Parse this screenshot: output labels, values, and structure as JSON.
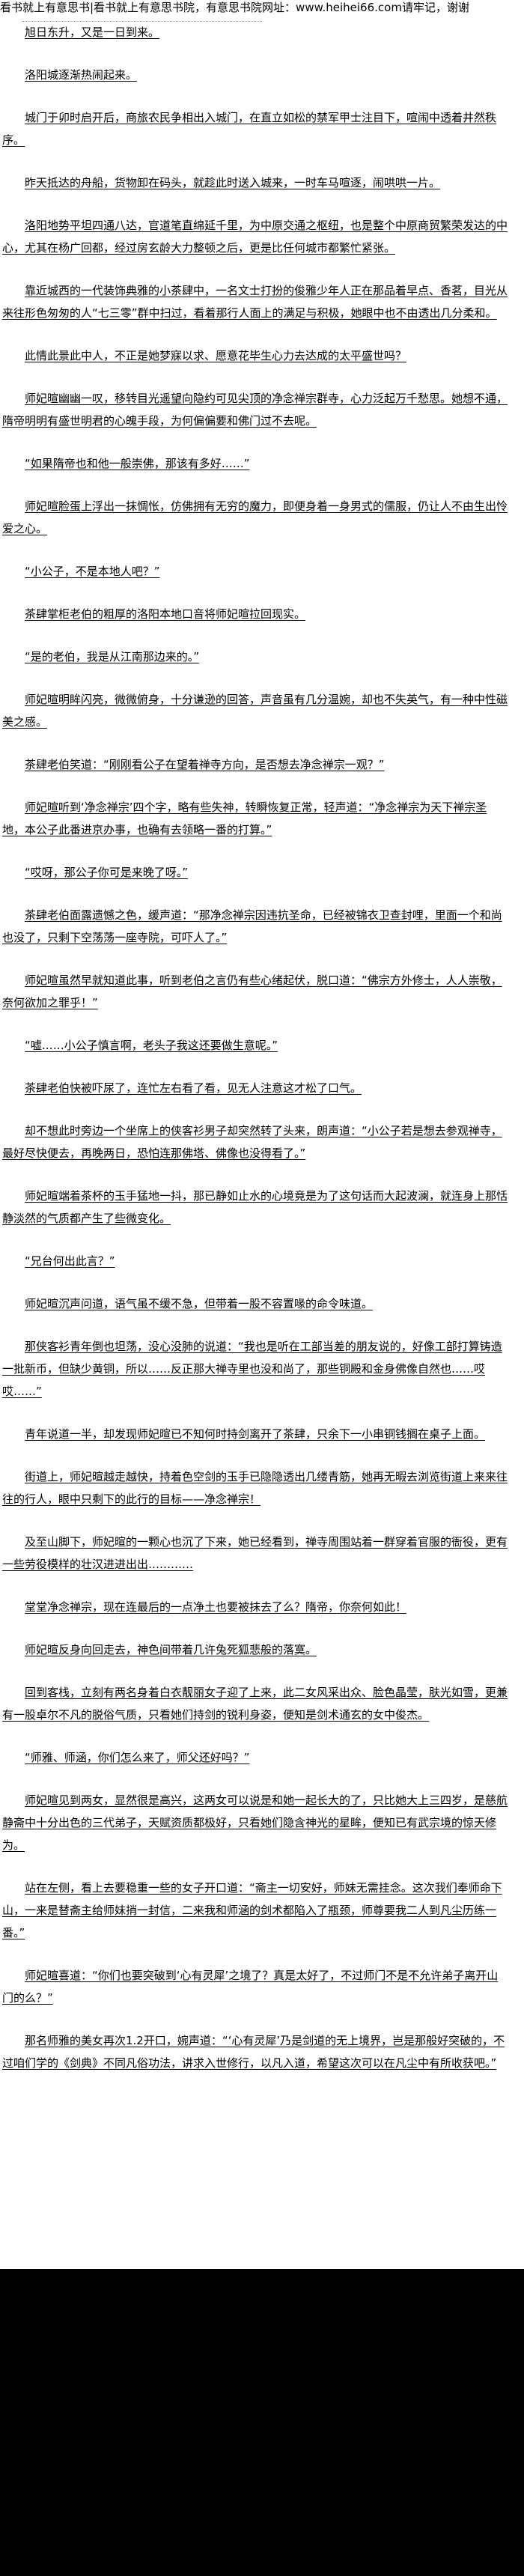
{
  "banner": "看书就上有意思书|看书就上有意思书院，有意思书院网址：www.heihei66.com请牢记，谢谢",
  "paragraphs": [
    "旭日东升，又是一日到来。",
    "洛阳城逐渐热闹起来。",
    "城门于卯时启开后，商旅农民争相出入城门，在直立如松的禁军甲士注目下，喧闹中透着井然秩序。",
    "昨天抵达的舟船，货物卸在码头，就趁此时送入城来，一时车马喧逐，闹哄哄一片。",
    "洛阳地势平坦四通八达，官道笔直绵延千里，为中原交通之枢纽，也是整个中原商贸繁荣发达的中心，尤其在杨广回都，经过房玄龄大力整顿之后，更是比任何城市都繁忙紧张。",
    "靠近城西的一代装饰典雅的小茶肆中，一名文士打扮的俊雅少年人正在那品着早点、香茗，目光从来往形色匆匆的人“七三零”群中扫过，看着那行人面上的满足与积极，她眼中也不由透出几分柔和。",
    "此情此景此中人，不正是她梦寐以求、愿意花毕生心力去达成的太平盛世吗？",
    "师妃暄幽幽一叹，移转目光遥望向隐约可见尖顶的净念禅宗群寺，心力泛起万千愁思。她想不通，隋帝明明有盛世明君的心魄手段，为何偏偏要和佛门过不去呢。",
    "“如果隋帝也和他一般崇佛，那该有多好……”",
    "师妃暄脸蛋上浮出一抹惆怅，仿佛拥有无穷的魔力，即便身着一身男式的儒服，仍让人不由生出怜爱之心。",
    "“小公子，不是本地人吧？”",
    "茶肆掌柜老伯的粗厚的洛阳本地口音将师妃暄拉回现实。",
    "“是的老伯，我是从江南那边来的。”",
    "师妃暄明眸闪亮，微微俯身，十分谦逊的回答，声音虽有几分温婉，却也不失英气，有一种中性磁美之感。",
    "茶肆老伯笑道：“刚刚看公子在望着禅寺方向，是否想去净念禅宗一观？”",
    "师妃暄听到‘净念禅宗’四个字，略有些失神，转瞬恢复正常，轻声道：“净念禅宗为天下禅宗圣地，本公子此番进京办事，也确有去领略一番的打算。”",
    "“哎呀，那公子你可是来晚了呀。”",
    "茶肆老伯面露遗憾之色，缓声道：“那净念禅宗因违抗圣命，已经被锦衣卫查封哩，里面一个和尚也没了，只剩下空荡荡一座寺院，可吓人了。”",
    "师妃暄虽然早就知道此事，听到老伯之言仍有些心绪起伏，脱口道：“佛宗方外修士，人人崇敬，奈何欲加之罪乎！”",
    "“嘘……小公子慎言啊，老头子我这还要做生意呢。”",
    "茶肆老伯快被吓尿了，连忙左右看了看，见无人注意这才松了口气。",
    "却不想此时旁边一个坐席上的侠客衫男子却突然转了头来，朗声道：“小公子若是想去参观禅寺，最好尽快便去，再晚两日，恐怕连那佛塔、佛像也没得看了。”",
    "师妃暄端着茶杯的玉手猛地一抖，那已静如止水的心境竟是为了这句话而大起波澜，就连身上那恬静淡然的气质都产生了些微变化。",
    "“兄台何出此言？”",
    "师妃暄沉声问道，语气虽不缓不急，但带着一股不容置喙的命令味道。",
    "那侠客衫青年倒也坦荡，没心没肺的说道：“我也是听在工部当差的朋友说的，好像工部打算铸造一批新币，但缺少黄铜，所以……反正那大禅寺里也没和尚了，那些铜殿和金身佛像自然也……哎哎……”",
    "青年说道一半，却发现师妃暄已不知何时持剑离开了茶肆，只余下一小串铜钱搁在桌子上面。",
    "街道上，师妃暄越走越快，持着色空剑的玉手已隐隐透出几缕青筋，她再无暇去浏览街道上来来往往的行人，眼中只剩下的此行的目标——净念禅宗！",
    "及至山脚下，师妃暄的一颗心也沉了下来，她已经看到，禅寺周围站着一群穿着官服的衙役，更有一些劳役模样的壮汉进进出出…………",
    "堂堂净念禅宗，现在连最后的一点净土也要被抹去了么？隋帝，你奈何如此！",
    "师妃暄反身向回走去，神色间带着几许兔死狐悲般的落寞。",
    "回到客栈，立刻有两名身着白衣靓丽女子迎了上来，此二女风采出众、脸色晶莹，肤光如雪，更兼有一股卓尔不凡的脱俗气质，只看她们持剑的锐利身姿，便知是剑术通玄的女中俊杰。",
    "“师雅、师涵，你们怎么来了，师父还好吗？”",
    "师妃暄见到两女，显然很是高兴，这两女可以说是和她一起长大的了，只比她大上三四岁，是慈航静斋中十分出色的三代弟子，天赋资质都极好，只看她们隐含神光的星眸，便知已有武宗境的惊天修为。",
    "站在左侧，看上去要稳重一些的女子开口道：“斋主一切安好，师妹无需挂念。这次我们奉师命下山，一来是替斋主给师妹捎一封信，二来我和师涵的剑术都陷入了瓶颈，师尊要我二人到凡尘历练一番。”",
    "师妃暄喜道：“你们也要突破到‘心有灵犀’之境了？真是太好了，不过师门不是不允许弟子离开山门的么？”",
    "那名师雅的美女再次1.2开口，婉声道：“‘心有灵犀’乃是剑道的无上境界，岂是那般好突破的，不过咱们学的《剑典》不同凡俗功法，讲求入世修行，以凡入道，希望这次可以在凡尘中有所收获吧。”"
  ]
}
